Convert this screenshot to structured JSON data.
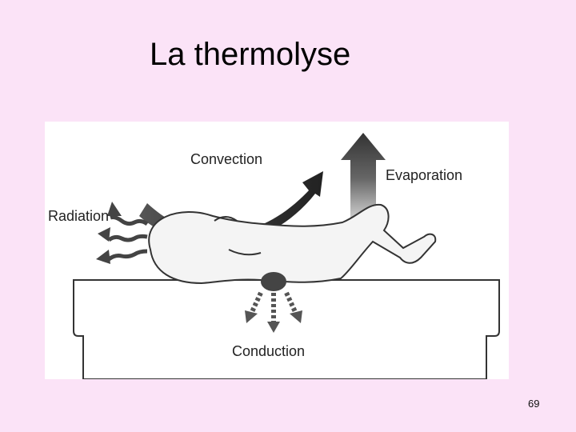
{
  "slide": {
    "title": "La thermolyse",
    "page_number": "69"
  },
  "figure": {
    "labels": {
      "convection": "Convection",
      "evaporation": "Evaporation",
      "radiation": "Radiation",
      "conduction": "Conduction"
    },
    "icons": {
      "convection": "curved-arrow-icon",
      "evaporation": "up-arrow-icon",
      "radiation": "wavy-arrows-icon",
      "conduction": "dashed-arrows-icon"
    }
  },
  "colors": {
    "background": "#fbe3f7",
    "arrow_dark": "#3a3a3a",
    "arrow_mid": "#777777"
  }
}
